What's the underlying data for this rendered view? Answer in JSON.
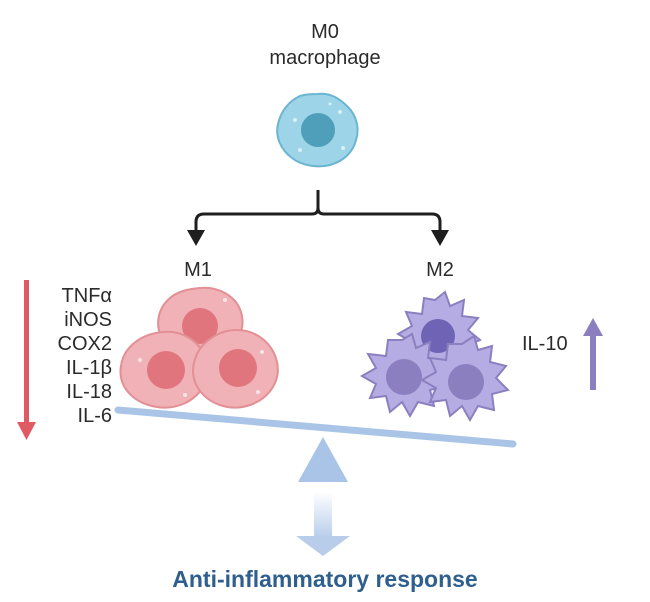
{
  "m0": {
    "line1": "M0",
    "line2": "macrophage"
  },
  "m1": {
    "label": "M1",
    "cytokines": [
      "TNFα",
      "iNOS",
      "COX2",
      "IL-1β",
      "IL-18",
      "IL-6"
    ]
  },
  "m2": {
    "label": "M2",
    "cytokine": "IL-10"
  },
  "response": "Anti-inflammatory response",
  "colors": {
    "m0_cell": "#9dd4e8",
    "m1_cell": "#f0b2b6",
    "m2_cell": "#b5ace3",
    "down_arrow": "#e05a63",
    "up_arrow": "#8c7fbf",
    "beam": "#a9c4e6",
    "response_text": "#2f5f8f"
  }
}
